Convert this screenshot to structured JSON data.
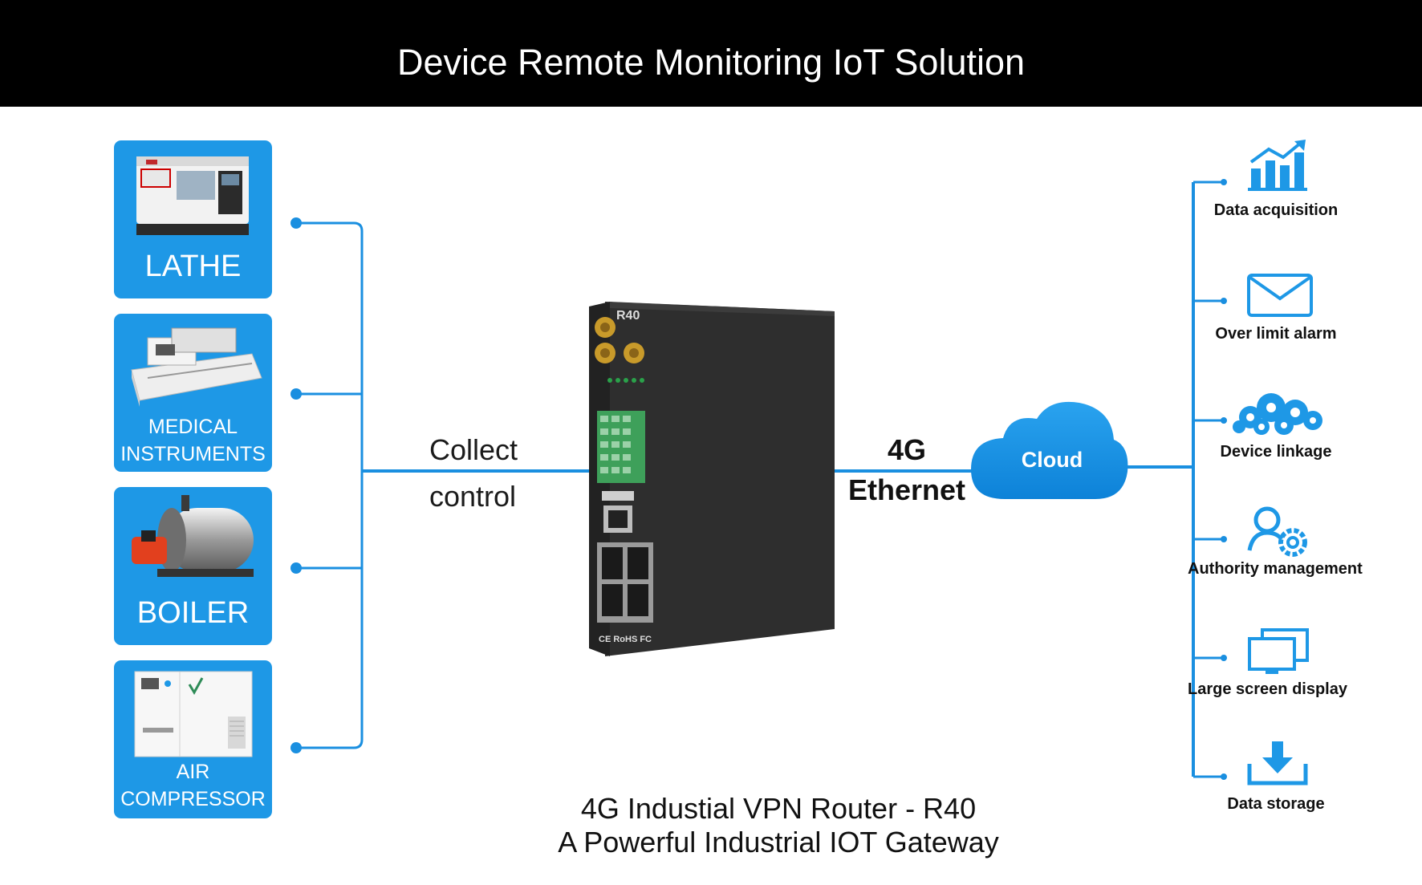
{
  "header": {
    "title": "Device Remote Monitoring IoT Solution"
  },
  "devices": [
    {
      "label_lines": [
        "LATHE"
      ],
      "icon": "lathe-machine"
    },
    {
      "label_lines": [
        "MEDICAL",
        "INSTRUMENTS"
      ],
      "icon": "medical-instrument"
    },
    {
      "label_lines": [
        "BOILER"
      ],
      "icon": "industrial-boiler"
    },
    {
      "label_lines": [
        "AIR",
        "COMPRESSOR"
      ],
      "icon": "air-compressor"
    }
  ],
  "link_left": {
    "line1": "Collect",
    "line2": "control"
  },
  "router": {
    "model": "R40",
    "cert": "CE RoHS FC",
    "icon": "industrial-router"
  },
  "link_right": {
    "line1": "4G",
    "line2": "Ethernet"
  },
  "cloud": {
    "label": "Cloud"
  },
  "functions": [
    {
      "label": "Data acquisition",
      "icon": "chart-rising-icon"
    },
    {
      "label": "Over limit alarm",
      "icon": "envelope-icon"
    },
    {
      "label": "Device linkage",
      "icon": "gears-cloud-icon"
    },
    {
      "label": "Authority management",
      "icon": "user-gear-icon"
    },
    {
      "label": "Large screen display",
      "icon": "monitors-icon"
    },
    {
      "label": "Data storage",
      "icon": "download-tray-icon"
    }
  ],
  "caption": {
    "line1": "4G Industial VPN Router - R40",
    "line2": "A Powerful Industrial IOT Gateway"
  },
  "colors": {
    "accent": "#1e98e6",
    "line": "#1a8fe0",
    "header_bg": "#000000",
    "router": "#2b2b2b"
  }
}
